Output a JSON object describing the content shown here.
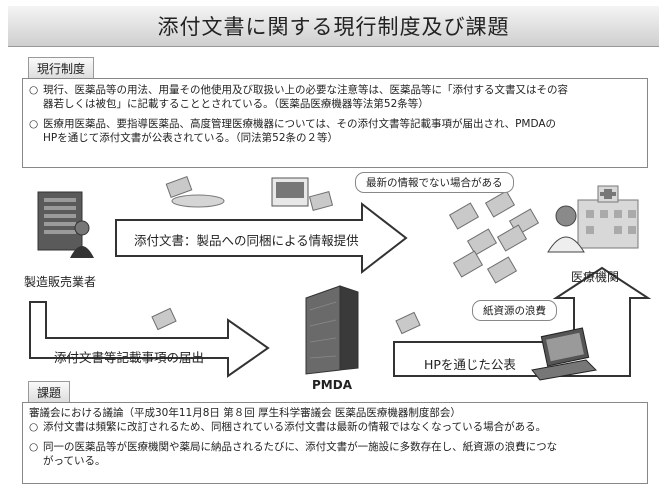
{
  "title": "添付文書に関する現行制度及び課題",
  "current_system": {
    "tab_label": "現行制度",
    "items": [
      {
        "bullet": "○",
        "line1": "現行、医薬品等の用法、用量その他使用及び取扱い上の必要な注意等は、医薬品等に「添付する文書又はその容",
        "line2": "器若しくは被包」に記載することとされている。（医薬品医療機器等法第52条等）"
      },
      {
        "bullet": "○",
        "line1": "医療用医薬品、要指導医薬品、高度管理医療機器については、その添付文書等記載事項が届出され、PMDAの",
        "line2": "HPを通じて添付文書が公表されている。（同法第52条の２等）"
      }
    ]
  },
  "diagram": {
    "manufacturer_label": "製造販売業者",
    "hospital_label": "医療機関",
    "pmda_label": "PMDA",
    "arrow_bundle": "添付文書：製品への同梱による情報提供",
    "arrow_notify": "添付文書等記載事項の届出",
    "arrow_publish": "HPを通じた公表",
    "callout_outdated": "最新の情報でない場合がある",
    "callout_paper": "紙資源の浪費"
  },
  "issues": {
    "tab_label": "課題",
    "heading": "審議会における議論（平成30年11月8日 第８回 厚生科学審議会 医薬品医療機器制度部会）",
    "items": [
      {
        "bullet": "○",
        "line1": "添付文書は頻繁に改訂されるため、同梱されている添付文書は最新の情報ではなくなっている場合がある。",
        "line2": ""
      },
      {
        "bullet": "○",
        "line1": "同一の医薬品等が医療機関や薬局に納品されるたびに、添付文書が一施設に多数存在し、紙資源の浪費につな",
        "line2": "がっている。"
      }
    ]
  }
}
